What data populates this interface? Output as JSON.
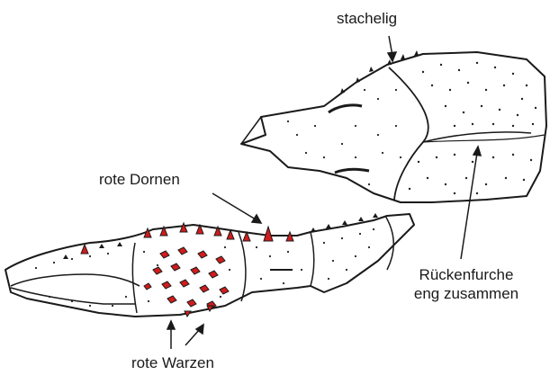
{
  "labels": {
    "spiny": "stachelig",
    "red_spines": "rote Dornen",
    "dorsal_groove_line1": "Rückenfurche",
    "dorsal_groove_line2": "eng zusammen",
    "red_warts": "rote Warzen"
  },
  "colors": {
    "outline": "#1a1a1a",
    "accent_red": "#d11c1c",
    "stipple": "#222222",
    "background": "#ffffff"
  }
}
